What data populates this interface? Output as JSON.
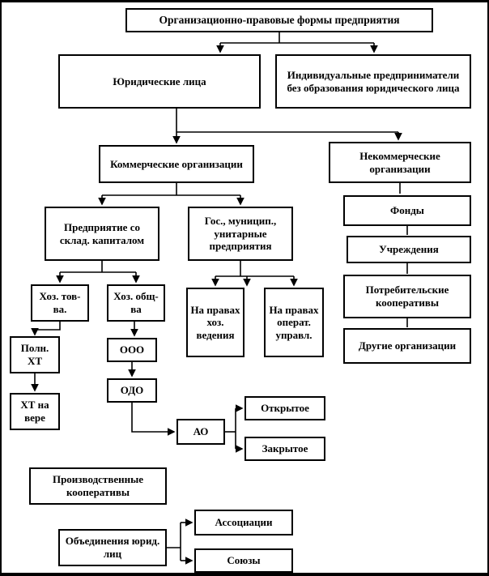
{
  "diagram": {
    "nodes": {
      "root": {
        "label": "Организационно-правовые формы предприятия"
      },
      "legal_entities": {
        "label": "Юридические лица"
      },
      "individual_entrepreneurs": {
        "label": "Индивидуальные предприниматели без образования юридического лица"
      },
      "commercial": {
        "label": "Коммерческие организации"
      },
      "noncommercial": {
        "label": "Некоммерческие организации"
      },
      "share_capital": {
        "label": "Предприятие со склад. капиталом"
      },
      "unitary": {
        "label": "Гос., муницип., унитарные предприятия"
      },
      "funds": {
        "label": "Фонды"
      },
      "institutions": {
        "label": "Учреждения"
      },
      "consumer_coops": {
        "label": "Потребительские кооперативы"
      },
      "partnerships": {
        "label": "Хоз. тов-ва."
      },
      "companies": {
        "label": "Хоз. общ-ва"
      },
      "econ_management": {
        "label": "На правах хоз. ведения"
      },
      "oper_management": {
        "label": "На правах операт. управл."
      },
      "other_orgs": {
        "label": "Другие организации"
      },
      "full_partnership": {
        "label": "Полн. ХТ"
      },
      "ooo": {
        "label": "ООО"
      },
      "odo": {
        "label": "ОДО"
      },
      "faith_partnership": {
        "label": "ХТ на вере"
      },
      "open_type": {
        "label": "Открытое"
      },
      "ao": {
        "label": "АО"
      },
      "closed_type": {
        "label": "Закрытое"
      },
      "production_coops": {
        "label": "Производственные кооперативы"
      },
      "associations": {
        "label": "Ассоциации"
      },
      "legal_unions": {
        "label": "Объединения юрид. лиц"
      },
      "unions": {
        "label": "Союзы"
      }
    },
    "colors": {
      "line": "#000000",
      "box_border": "#000000",
      "background": "#ffffff"
    }
  }
}
